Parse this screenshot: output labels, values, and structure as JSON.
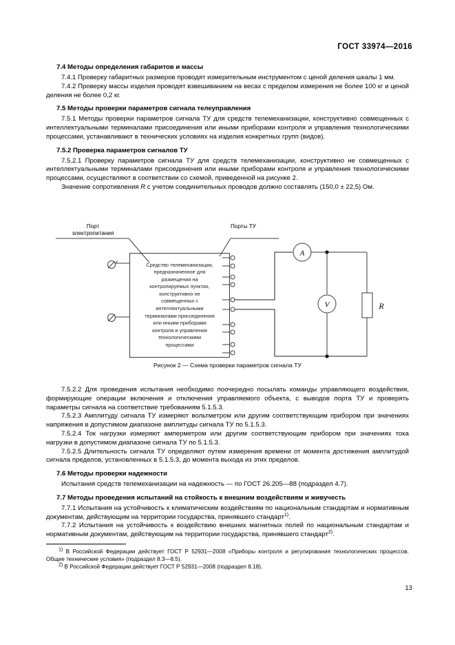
{
  "header": {
    "standard_code": "ГОСТ 33974—2016"
  },
  "page_number": "13",
  "sections": [
    {
      "id": "7.4",
      "heading": "7.4  Методы определения габаритов и массы",
      "paragraphs": [
        "7.4.1  Проверку габаритных размеров проводят измерительным инструментом с ценой деления шкалы 1 мм.",
        "7.4.2  Проверку массы изделия проводят взвешиванием на весах с пределом измерения не более 100 кг и ценой деления не более 0,2 кг."
      ]
    },
    {
      "id": "7.5",
      "heading": "7.5  Методы проверки параметров сигнала телеуправления",
      "paragraphs": [
        "7.5.1  Методы проверки параметров сигнала ТУ для средств телемеханизации, конструктивно совмещенных с интеллектуальными терминалами присоединения или иными приборами контроля и управления технологическими процессами, устанавливают в технических условиях на изделия конкретных групп (видов)."
      ]
    },
    {
      "id": "7.5.2",
      "heading": "7.5.2  Проверка параметров сигналов ТУ",
      "paragraphs": [
        "7.5.2.1  Проверку параметров сигнала ТУ для средств телемеханизации, конструктивно не совмещенных с интеллектуальными терминалами присоединения или иными приборами контроля и управления технологическими процессами, осуществляют в соответствии со схемой, приведенной на рисунке 2."
      ]
    }
  ],
  "resistance_paragraph": {
    "before": "Значение сопротивления ",
    "symbol": "R",
    "after": " с учетом соединительных проводов должно составлять (150,0 ± 22,5) Ом."
  },
  "figure": {
    "port_power_label": "Порт\nэлектропитания",
    "port_tu_label": "Порты ТУ",
    "device_box_text": "Средство телемеханизации,\nпредназначенное для\nразмещения на\nконтролируемых пунктах,\nконструктивно не\nсовмещенных с\nинтеллектуальными\nтерминалами присоединения\nили иными приборами\nконтроля и управления\nтехнологическими\nпроцессами",
    "ammeter_label": "A",
    "voltmeter_label": "V",
    "resistor_label": "R",
    "caption": "Рисунок 2 — Схема проверки параметров сигнала ТУ",
    "terminal_count": 10,
    "line_color": "#3a3a3a"
  },
  "sections_after": [
    {
      "id": "7.5.2.2",
      "paragraphs": [
        "7.5.2.2  Для проведения испытания необходимо поочередно посылать команды управляющего воздействия, формирующие операции включения и отключения управляемого объекта, с выводов порта ТУ и проверять параметры сигнала на соответствие требованиям 5.1.5.3.",
        "7.5.2.3  Амплитуду сигнала ТУ измеряют вольтметром или другим соответствующим прибором при значениях напряжения в допустимом диапазоне амплитуды сигнала ТУ по 5.1.5.3.",
        "7.5.2.4  Ток нагрузки измеряют амперметром или другим соответствующим прибором при значениях тока нагрузки в допустимом диапазоне сигнала ТУ по 5.1.5.3.",
        "7.5.2.5  Длительность сигнала ТУ определяют путем измерения времени от момента достижения амплитудой сигнала пределов, установленных в 5.1.5.3, до момента выхода из этих пределов."
      ]
    },
    {
      "id": "7.6",
      "heading": "7.6  Методы проверки надежности",
      "paragraphs": [
        "Испытания средств телемеханизации на надежность — по ГОСТ 26.205—88 (подраздел 4.7)."
      ]
    },
    {
      "id": "7.7",
      "heading": "7.7  Методы проведения испытаний на стойкость к внешним воздействиям и живучесть",
      "paragraphs": []
    }
  ],
  "footnote_refs": {
    "para_7_7_1_before": "7.7.1  Испытания на устойчивость к климатическим воздействиям по национальным стандартам и нормативным документам, действующим на территории государства, принявшего стандарт",
    "para_7_7_1_sup": "1)",
    "para_7_7_1_after": ".",
    "para_7_7_2_before": "7.7.2  Испытания на устойчивость к воздействию внешних магнитных полей по национальным стандартам и нормативным документам, действующим на территории государства, принявшего стандарт",
    "para_7_7_2_sup": "2)",
    "para_7_7_2_after": "."
  },
  "footnotes": [
    {
      "marker": "1)",
      "text": " В Российской Федерации действует ГОСТ Р 52931—2008 «Приборы контроля и регулирования технологических процессов. Общие технические условия» (подраздел 8.3—8.5)."
    },
    {
      "marker": "2)",
      "text": " В Российской Федерации действует ГОСТ Р 52931—2008 (подраздел 8.18)."
    }
  ]
}
